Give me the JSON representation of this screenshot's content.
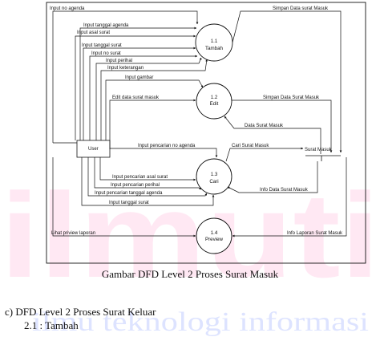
{
  "watermark": {
    "line1": "ilmuti",
    "line2": "ilmu teknologi informasi"
  },
  "diagram": {
    "entity_user": "User",
    "store_surat_masuk": "Surat Masuk",
    "processes": [
      {
        "num": "1.1",
        "name": "Tambah"
      },
      {
        "num": "1.2",
        "name": "Edit"
      },
      {
        "num": "1.3",
        "name": "Cari"
      },
      {
        "num": "1.4",
        "name": "Preview"
      }
    ],
    "flows": [
      "Input no agenda",
      "Input tanggal agenda",
      "Input asal surat",
      "Input tanggal surat",
      "Input no surat",
      "Input perihal",
      "Input keterangan",
      "Simpan Data surat Masuk",
      "Input gambar",
      "Edit data surat masuk",
      "Simpan Data Surat Masuk",
      "Data Surat Masuk",
      "Input pencarian no agenda",
      "Cari Surat Masuk",
      "Input pencarian asal surat",
      "Input pencarian perihal",
      "Input pencarian tanggal agenda",
      "Input tanggal surat",
      "Info Data Surat Masuk",
      "Lihat priview laporan",
      "Info Laporan Surat Masuk"
    ]
  },
  "caption": "Gambar DFD Level 2 Proses Surat Masuk",
  "section_heading": "c)  DFD Level 2 Proses Surat Keluar",
  "subsection": "2.1 : Tambah"
}
